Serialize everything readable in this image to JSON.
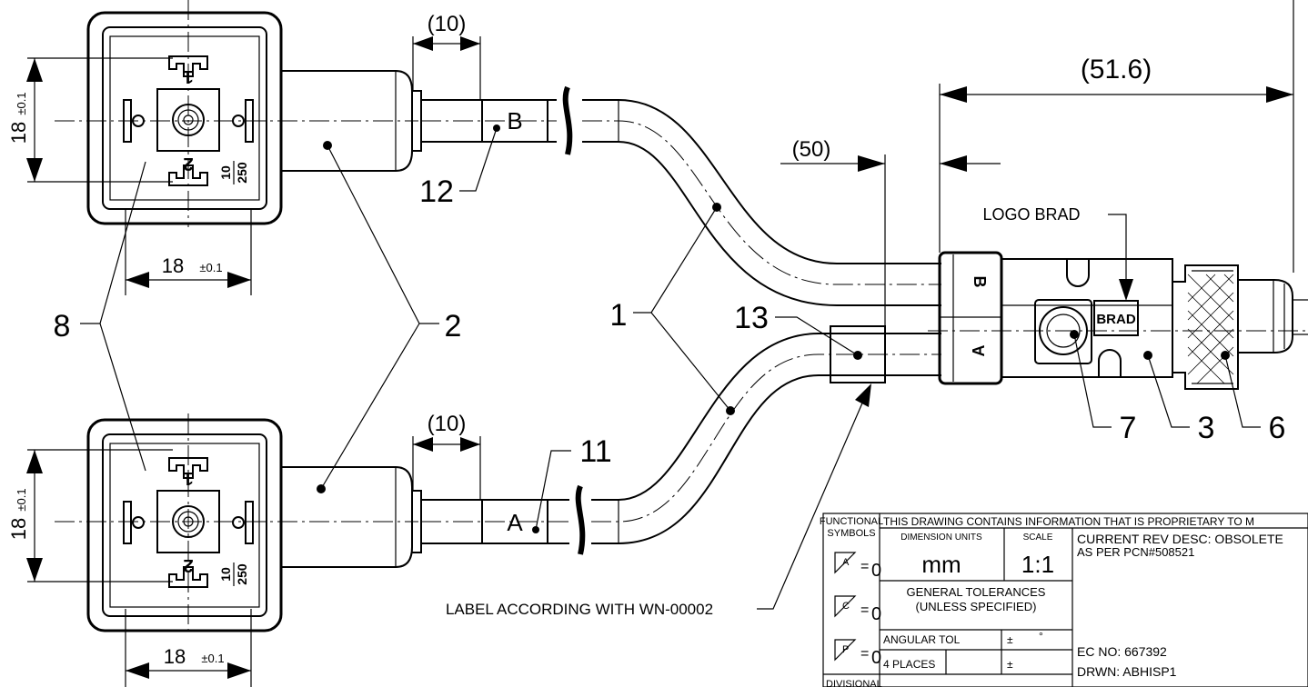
{
  "dimensions": {
    "top_connector_height": "18",
    "top_connector_height_tol": "±0.1",
    "top_connector_width": "18",
    "top_connector_width_tol": "±0.1",
    "bottom_connector_height": "18",
    "bottom_connector_height_tol": "±0.1",
    "bottom_connector_width": "18",
    "bottom_connector_width_tol": "±0.1",
    "top_label_length": "(10)",
    "bottom_label_length": "(10)",
    "split_length": "(50)",
    "m12_length": "(51.6)"
  },
  "connector_markings": {
    "pin_one": "1",
    "pin_two": "2",
    "rating_top": "10",
    "rating_bottom": "250"
  },
  "cable_labels": {
    "top": "B",
    "bottom": "A"
  },
  "splitter_markings": {
    "upper": "B",
    "lower": "A",
    "logo": "BRAD"
  },
  "callouts": {
    "cable": "1",
    "connector_body": "2",
    "splitter_body": "3",
    "m12_nut": "6",
    "led": "7",
    "valve_connectors": "8",
    "label_a": "11",
    "label_b": "12",
    "overall_label": "13",
    "logo_note": "LOGO BRAD",
    "label_note": "LABEL ACCORDING WITH WN-00002"
  },
  "title_block": {
    "functional_symbols": [
      "FUNCTIONAL",
      "SYMBOLS"
    ],
    "symbols": [
      {
        "letter": "A",
        "value": "0"
      },
      {
        "letter": "C",
        "value": "0"
      },
      {
        "letter": "P",
        "value": "0"
      }
    ],
    "proprietary": "THIS DRAWING CONTAINS INFORMATION THAT IS PROPRIETARY TO M",
    "dimension_units_header": "DIMENSION UNITS",
    "scale_header": "SCALE",
    "dimension_units": "mm",
    "scale": "1:1",
    "tolerances_title": "GENERAL TOLERANCES",
    "tolerances_subtitle": "(UNLESS SPECIFIED)",
    "angular_tol": "ANGULAR TOL",
    "plus_minus": "±",
    "degree": "°",
    "places": "4 PLACES",
    "divisional": "DIVISIONAL",
    "rev_desc_line1": "CURRENT REV DESC: OBSOLETE",
    "rev_desc_line2": "AS PER PCN#508521",
    "ec_no": "EC NO:  667392",
    "drawn": "DRWN:  ABHISP1"
  }
}
